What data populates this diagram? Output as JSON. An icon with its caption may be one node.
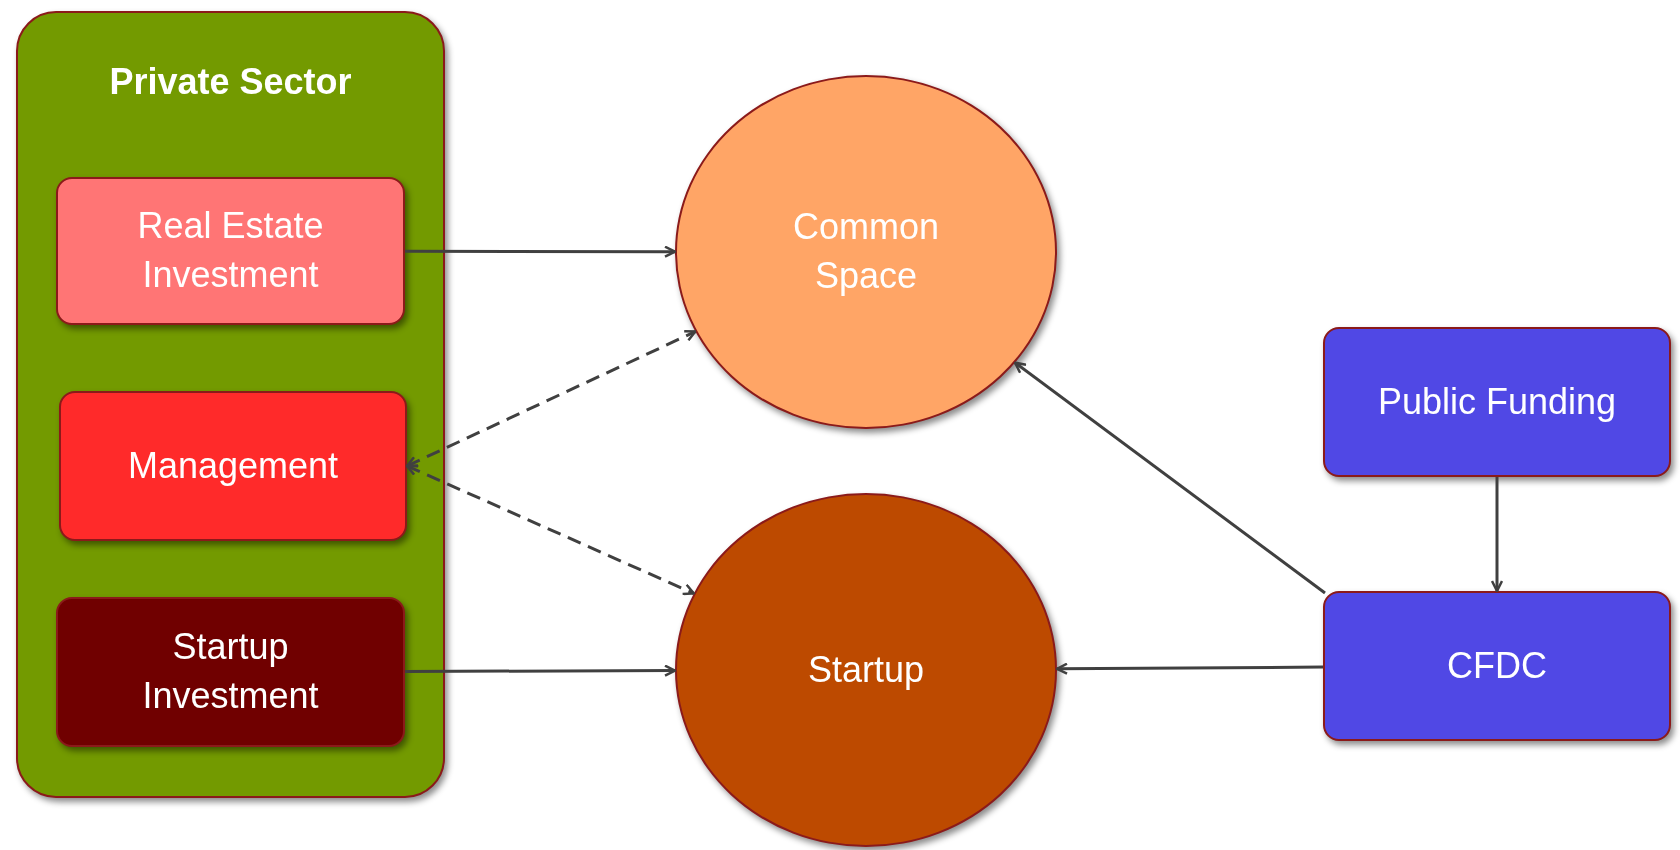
{
  "diagram": {
    "nodes": [
      {
        "text": [
          "Private Sector"
        ]
      },
      {
        "text": [
          "Real Estate Investment"
        ],
        "in": 0
      },
      {
        "text": [
          "Management"
        ],
        "in": 0
      },
      {
        "text": [
          "Startup Investment"
        ],
        "in": 0
      },
      {
        "text": [
          "Common Space"
        ]
      },
      {
        "text": [
          "Startup"
        ]
      },
      {
        "text": [
          "Public Funding"
        ]
      },
      {
        "text": [
          "CFDC"
        ]
      }
    ],
    "edges": [
      {
        "from": 1,
        "to": 4,
        "arrow": "to"
      },
      {
        "from": 2,
        "to": 4,
        "arrow": "both",
        "style": "dashed"
      },
      {
        "from": 2,
        "to": 5,
        "arrow": "both",
        "style": "dashed"
      },
      {
        "from": 3,
        "to": 5,
        "arrow": "to"
      },
      {
        "from": 7,
        "to": 4,
        "arrow": "to"
      },
      {
        "from": 7,
        "to": 5,
        "arrow": "to"
      },
      {
        "from": 6,
        "to": 7,
        "arrow": "to"
      }
    ]
  }
}
